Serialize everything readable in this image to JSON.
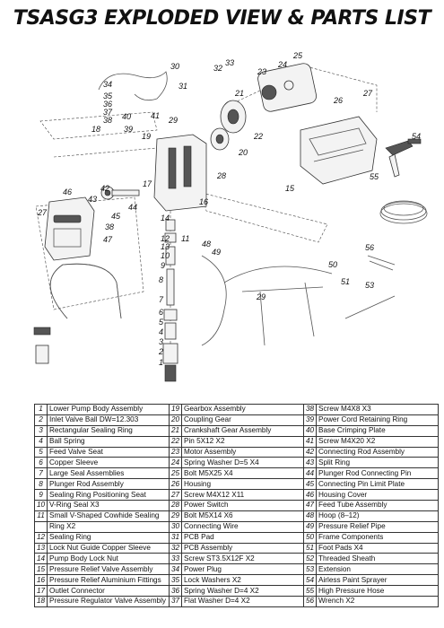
{
  "title": "TSASG3 EXPLODED VIEW & PARTS LIST",
  "callouts": [
    "30",
    "31",
    "32",
    "33",
    "34",
    "35",
    "36",
    "37",
    "38",
    "18",
    "40",
    "41",
    "29",
    "19",
    "39",
    "23",
    "24",
    "25",
    "21",
    "26",
    "27",
    "22",
    "20",
    "54",
    "28",
    "17",
    "15",
    "46",
    "42",
    "43",
    "16",
    "55",
    "14",
    "12",
    "13",
    "10",
    "11",
    "48",
    "9",
    "49",
    "45",
    "44",
    "38",
    "47",
    "27",
    "56",
    "50",
    "51",
    "53",
    "8",
    "7",
    "6",
    "5",
    "4",
    "3",
    "2",
    "1",
    "29"
  ],
  "parts_columns": [
    [
      {
        "no": "1",
        "name": "Lower Pump Body Assembly"
      },
      {
        "no": "2",
        "name": "Inlet Valve Ball DW=12.303"
      },
      {
        "no": "3",
        "name": "Rectangular Sealing Ring"
      },
      {
        "no": "4",
        "name": "Ball Spring"
      },
      {
        "no": "5",
        "name": "Feed Valve Seat"
      },
      {
        "no": "6",
        "name": "Copper Sleeve"
      },
      {
        "no": "7",
        "name": "Large Seal Assemblies"
      },
      {
        "no": "8",
        "name": "Plunger Rod Assembly"
      },
      {
        "no": "9",
        "name": "Sealing Ring Positioning Seat"
      },
      {
        "no": "10",
        "name": "V-Ring Seal  X3"
      },
      {
        "no": "11",
        "name": "Small V-Shaped Cowhide Sealing"
      },
      {
        "no": "",
        "name": "Ring  X2"
      },
      {
        "no": "12",
        "name": "Sealing Ring"
      },
      {
        "no": "13",
        "name": "Lock Nut Guide Copper Sleeve"
      },
      {
        "no": "14",
        "name": "Pump Body Lock Nut"
      },
      {
        "no": "15",
        "name": "Pressure Relief Valve Assembly"
      },
      {
        "no": "16",
        "name": "Pressure Relief Aluminium Fittings"
      },
      {
        "no": "17",
        "name": "Outlet Connector"
      },
      {
        "no": "18",
        "name": "Pressure Regulator Valve Assembly"
      }
    ],
    [
      {
        "no": "19",
        "name": "Gearbox Assembly"
      },
      {
        "no": "20",
        "name": "Coupling Gear"
      },
      {
        "no": "21",
        "name": "Crankshaft Gear Assembly"
      },
      {
        "no": "22",
        "name": "Pin 5X12  X2"
      },
      {
        "no": "23",
        "name": "Motor Assembly"
      },
      {
        "no": "24",
        "name": "Spring Washer D=5  X4"
      },
      {
        "no": "25",
        "name": "Bolt M5X25  X4"
      },
      {
        "no": "26",
        "name": "Housing"
      },
      {
        "no": "27",
        "name": "Screw M4X12  X11"
      },
      {
        "no": "28",
        "name": "Power Switch"
      },
      {
        "no": "29",
        "name": "Bolt M5X14  X6"
      },
      {
        "no": "30",
        "name": "Connecting Wire"
      },
      {
        "no": "31",
        "name": "PCB Pad"
      },
      {
        "no": "32",
        "name": "PCB Assembly"
      },
      {
        "no": "33",
        "name": "Screw ST3.5X12F  X2"
      },
      {
        "no": "34",
        "name": "Power Plug"
      },
      {
        "no": "35",
        "name": "Lock Washers  X2"
      },
      {
        "no": "36",
        "name": "Spring Washer D=4  X2"
      },
      {
        "no": "37",
        "name": "Flat Washer D=4  X2"
      }
    ],
    [
      {
        "no": "38",
        "name": "Screw M4X8  X3"
      },
      {
        "no": "39",
        "name": "Power Cord Retaining Ring"
      },
      {
        "no": "40",
        "name": "Base Crimping Plate"
      },
      {
        "no": "41",
        "name": "Screw M4X20  X2"
      },
      {
        "no": "42",
        "name": "Connecting Rod Assembly"
      },
      {
        "no": "43",
        "name": "Split Ring"
      },
      {
        "no": "44",
        "name": "Plunger Rod Connecting Pin"
      },
      {
        "no": "45",
        "name": "Connecting Pin Limit Plate"
      },
      {
        "no": "46",
        "name": "Housing Cover"
      },
      {
        "no": "47",
        "name": "Feed Tube Assembly"
      },
      {
        "no": "48",
        "name": "Hoop (8–12)"
      },
      {
        "no": "49",
        "name": "Pressure Relief Pipe"
      },
      {
        "no": "50",
        "name": "Frame Components"
      },
      {
        "no": "51",
        "name": "Foot Pads  X4"
      },
      {
        "no": "52",
        "name": "Threaded Sheath"
      },
      {
        "no": "53",
        "name": "Extension"
      },
      {
        "no": "54",
        "name": "Airless Paint Sprayer"
      },
      {
        "no": "55",
        "name": "High Pressure Hose"
      },
      {
        "no": "56",
        "name": "Wrench  X2"
      }
    ]
  ]
}
